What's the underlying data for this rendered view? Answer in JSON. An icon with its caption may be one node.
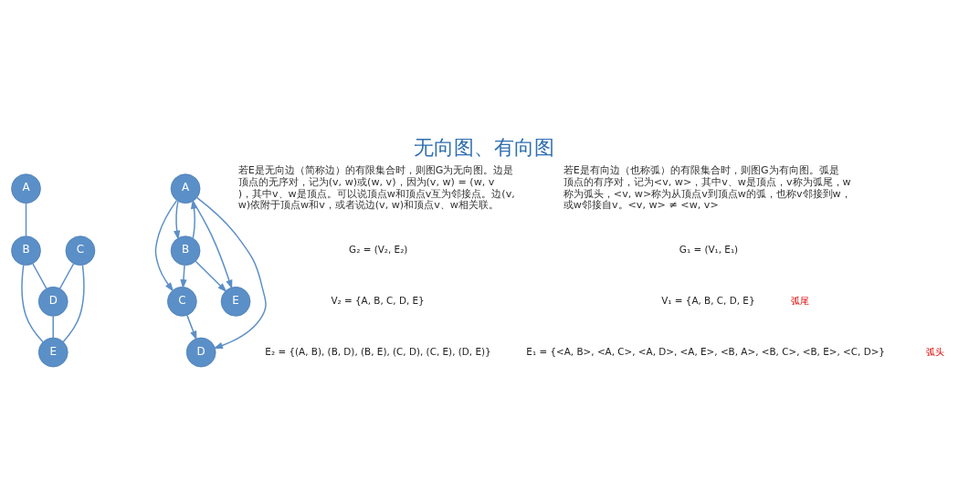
{
  "diagram": {
    "title": "无向图、有向图",
    "nodes": [
      {
        "text": [
          "A"
        ]
      },
      {
        "text": [
          "B"
        ]
      },
      {
        "text": [
          "C"
        ]
      },
      {
        "text": [
          "D"
        ]
      },
      {
        "text": [
          "E"
        ]
      },
      {
        "text": [
          "A"
        ]
      },
      {
        "text": [
          "B"
        ]
      },
      {
        "text": [
          "C"
        ]
      },
      {
        "text": [
          "D"
        ]
      },
      {
        "text": [
          "E"
        ]
      }
    ],
    "edges": [
      {
        "from": 0,
        "to": 1,
        "arrow": "none"
      },
      {
        "from": 1,
        "to": 3,
        "arrow": "none"
      },
      {
        "from": 1,
        "to": 4,
        "arrow": "none"
      },
      {
        "from": 2,
        "to": 3,
        "arrow": "none"
      },
      {
        "from": 2,
        "to": 4,
        "arrow": "none"
      },
      {
        "from": 3,
        "to": 4,
        "arrow": "none"
      },
      {
        "from": 5,
        "to": 6,
        "arrow": "to"
      },
      {
        "from": 5,
        "to": 7,
        "arrow": "to"
      },
      {
        "from": 5,
        "to": 8,
        "arrow": "to"
      },
      {
        "from": 5,
        "to": 9,
        "arrow": "to"
      },
      {
        "from": 6,
        "to": 5,
        "arrow": "to"
      },
      {
        "from": 6,
        "to": 7,
        "arrow": "to"
      },
      {
        "from": 6,
        "to": 9,
        "arrow": "to"
      },
      {
        "from": 7,
        "to": 8,
        "arrow": "to"
      }
    ],
    "labels": [
      "若E是无向边（简称边）的有限集合时，则图G为无向图。边是顶点的无序对，记为(v, w)或(w, v)，因为(v, w) = (w, v)，其中v、w是顶点。可以说顶点w和顶点v互为邻接点。边(v, w)依附于顶点w和v，或者说边(v, w)和顶点v、w相关联。",
      "G₂ = (V₂, E₂)",
      "V₂ = {A, B, C, D, E}",
      "E₂ = {(A, B), (B, D), (B, E), (C, D), (C, E), (D, E)}",
      "若E是有向边（也称弧）的有限集合时，则图G为有向图。弧是顶点的有序对，记为<v, w>，其中v、w是顶点，v称为弧尾，w称为弧头，<v, w>称为从顶点v到顶点w的弧，也称v邻接到w，或w邻接自v。<v, w> ≠ <w, v>",
      "G₁ = (V₁, E₁)",
      "V₁ = {A, B, C, D, E}",
      "E₁ = {<A, B>, <A, C>, <A, D>, <A, E>, <B, A>, <B, C>, <B, E>, <C, D>}",
      "弧尾",
      "弧头"
    ]
  }
}
